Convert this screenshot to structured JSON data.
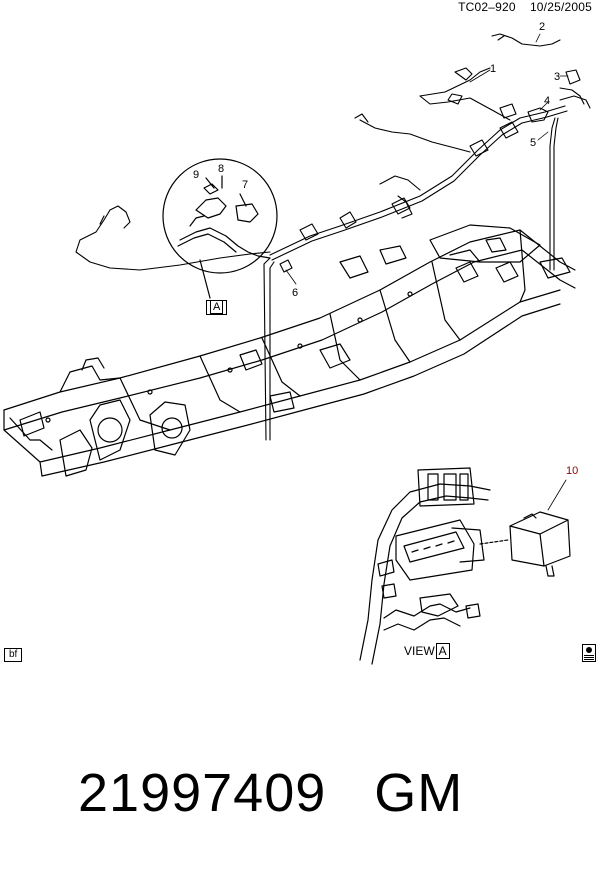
{
  "header": {
    "code": "TC02–920",
    "date": "10/25/2005"
  },
  "callouts": [
    "1",
    "2",
    "3",
    "4",
    "5",
    "6",
    "7",
    "8",
    "9",
    "10"
  ],
  "view_ref": {
    "label": "VIEW",
    "letter": "A"
  },
  "box_label": "A",
  "corner_tag": "bf",
  "part_number": "21997409",
  "brand": "GM",
  "colors": {
    "ink": "#000000",
    "callout_ten": "#8b0000",
    "background": "#ffffff"
  }
}
